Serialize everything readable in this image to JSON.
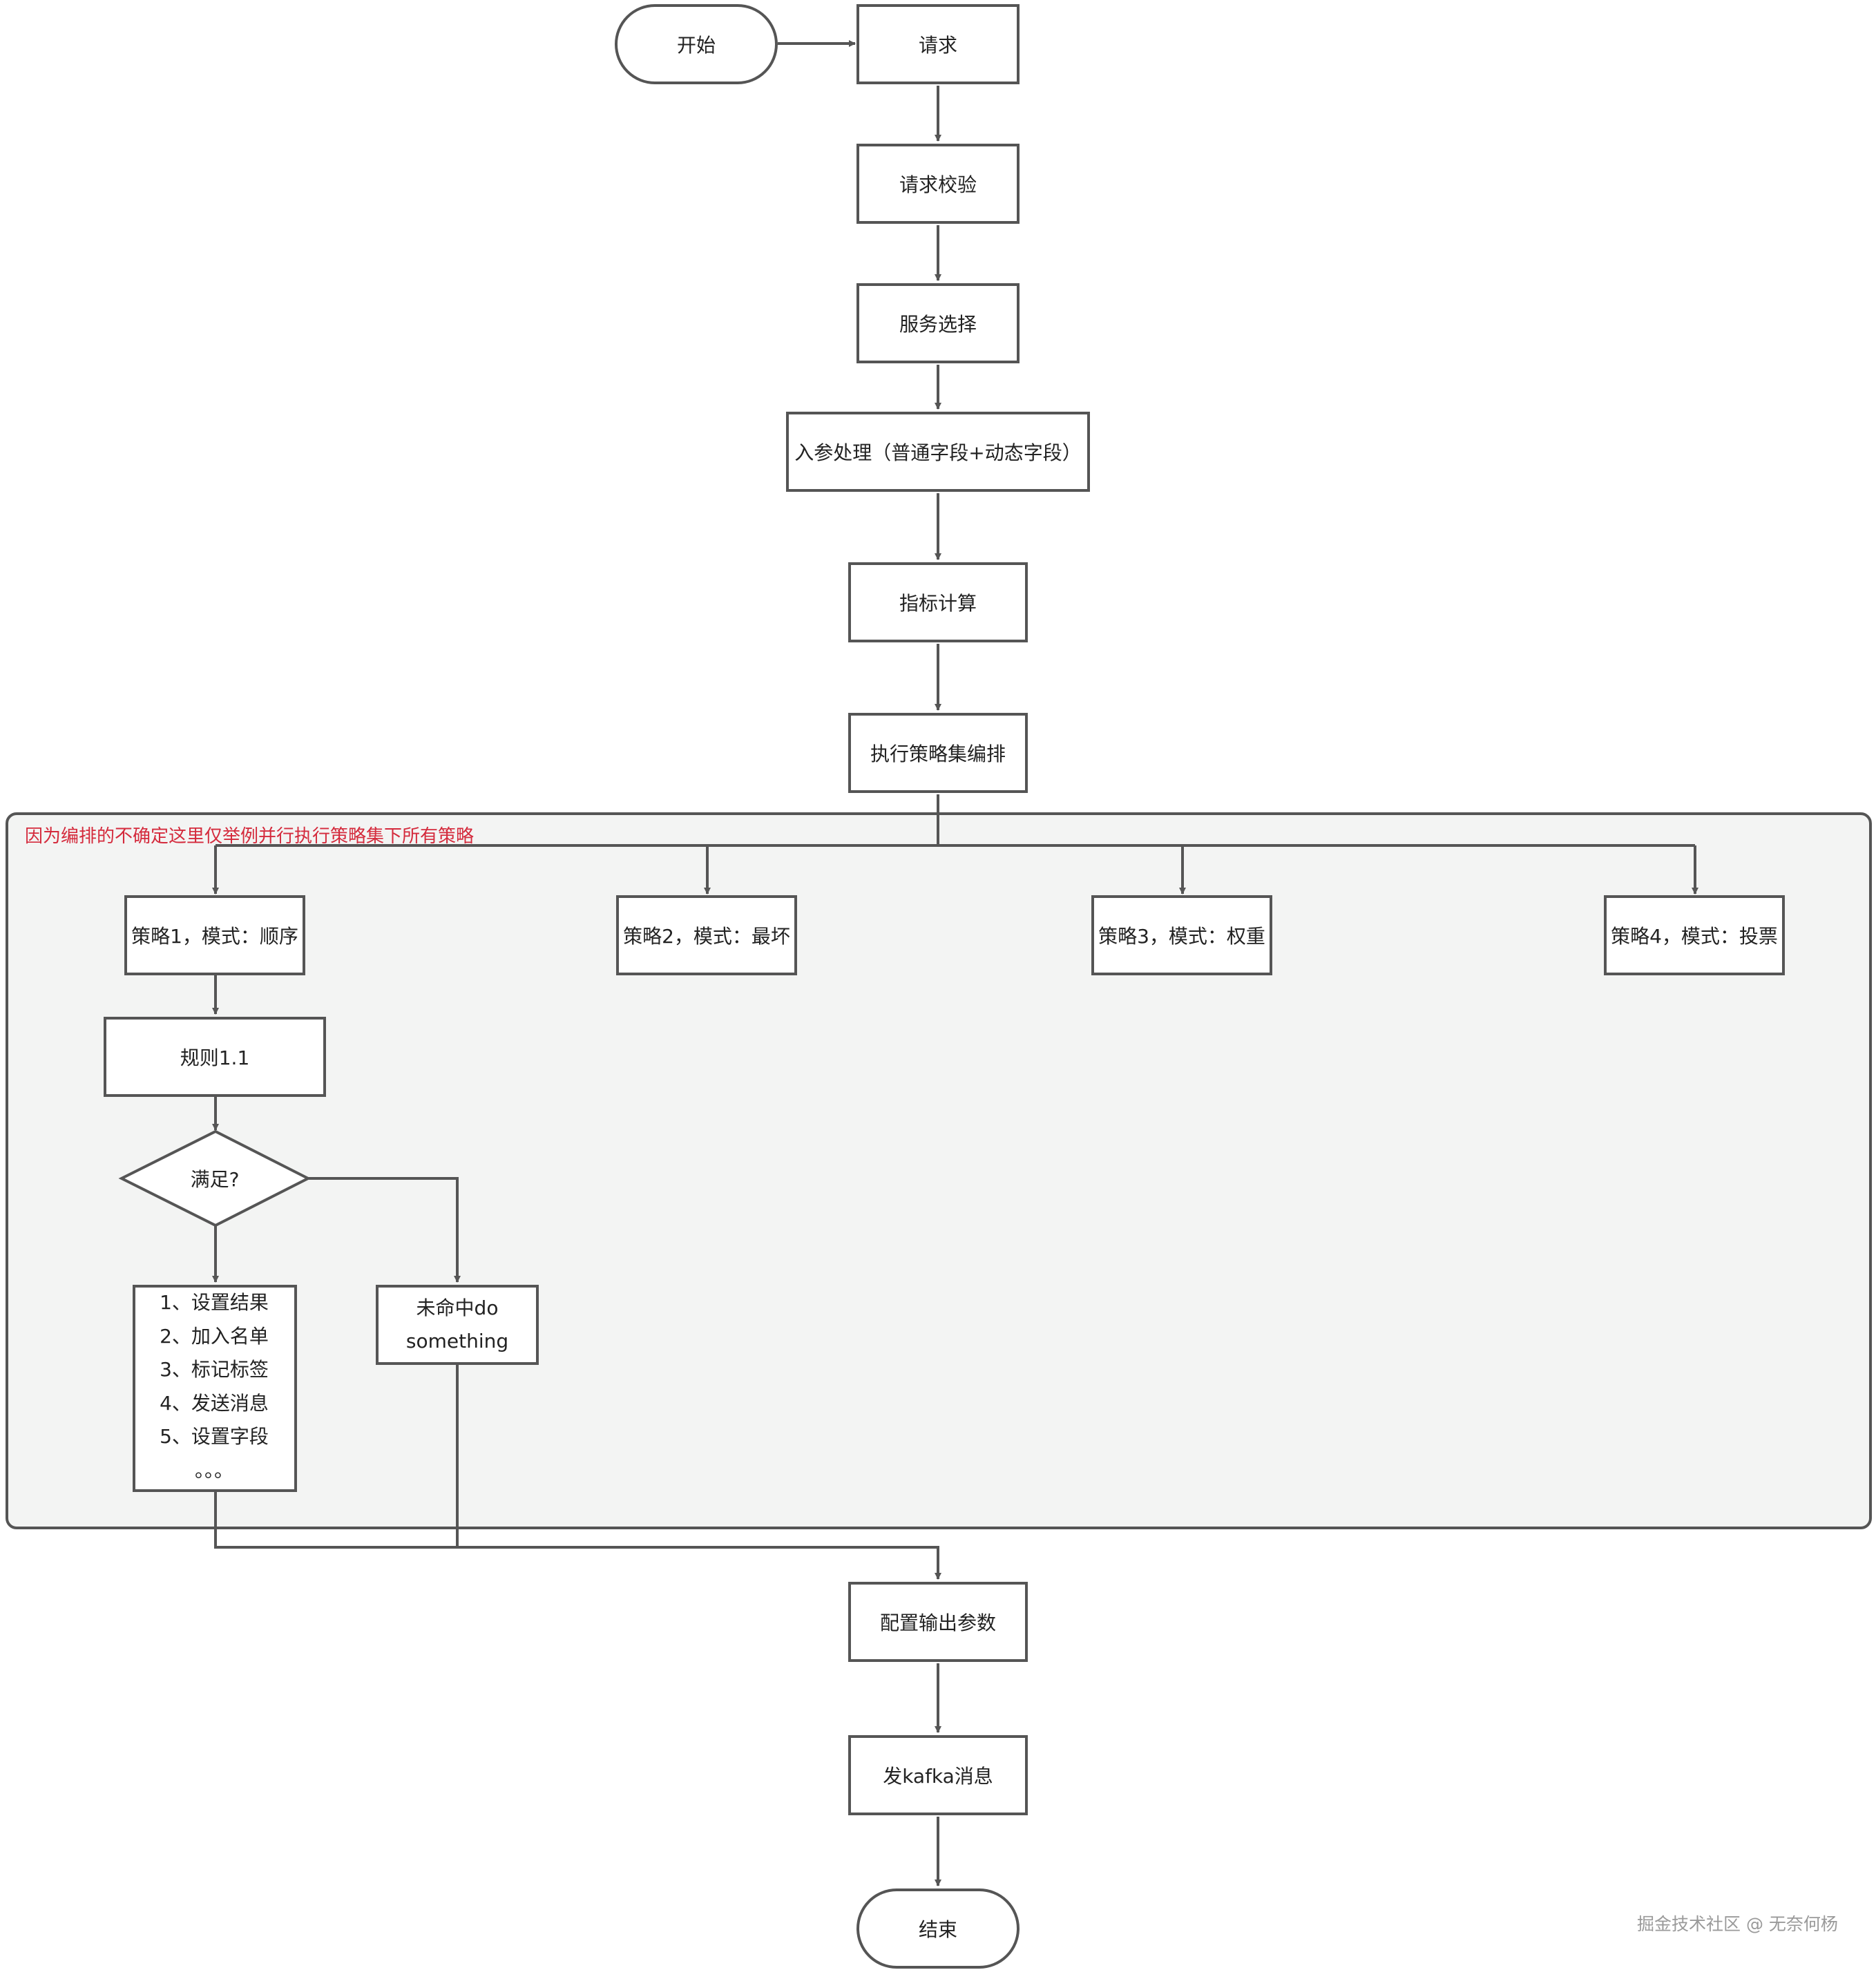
{
  "nodes": {
    "start": "开始",
    "request": "请求",
    "request_validation": "请求校验",
    "service_selection": "服务选择",
    "param_processing": "入参处理（普通字段+动态字段）",
    "metric_calc": "指标计算",
    "execute_orchestration": "执行策略集编排",
    "strategy1": "策略1，模式：顺序",
    "strategy2": "策略2，模式：最坏",
    "strategy3": "策略3，模式：权重",
    "strategy4": "策略4，模式：投票",
    "rule11": "规则1.1",
    "satisfied": "满足?",
    "actions": [
      "1、设置结果",
      "2、加入名单",
      "3、标记标签",
      "4、发送消息",
      "5、设置字段",
      "。。。"
    ],
    "miss": [
      "未命中do",
      "something"
    ],
    "config_output": "配置输出参数",
    "send_kafka": "发kafka消息",
    "end": "结束"
  },
  "group_note": "因为编排的不确定这里仅举例并行执行策略集下所有策略",
  "watermark": "掘金技术社区 @ 无奈何杨",
  "colors": {
    "line": "#555555",
    "group_fill": "#f3f4f3",
    "note_text": "#d42a3c"
  }
}
